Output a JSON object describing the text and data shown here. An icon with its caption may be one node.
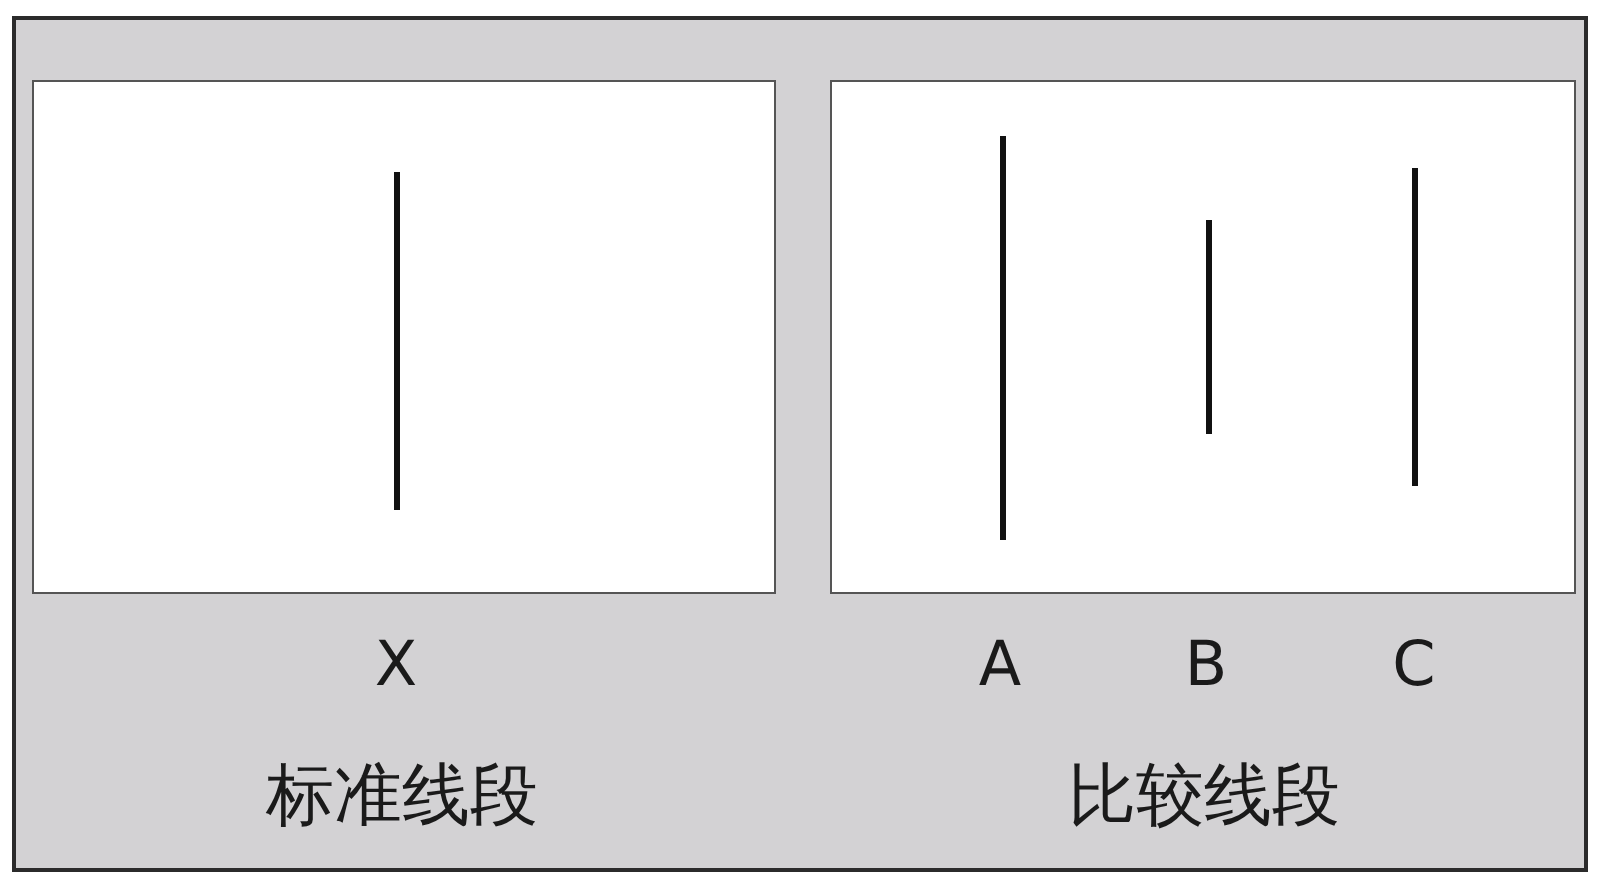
{
  "diagram": {
    "labels": [
      "X",
      "A",
      "B",
      "C",
      "标准线段",
      "比较线段"
    ]
  }
}
